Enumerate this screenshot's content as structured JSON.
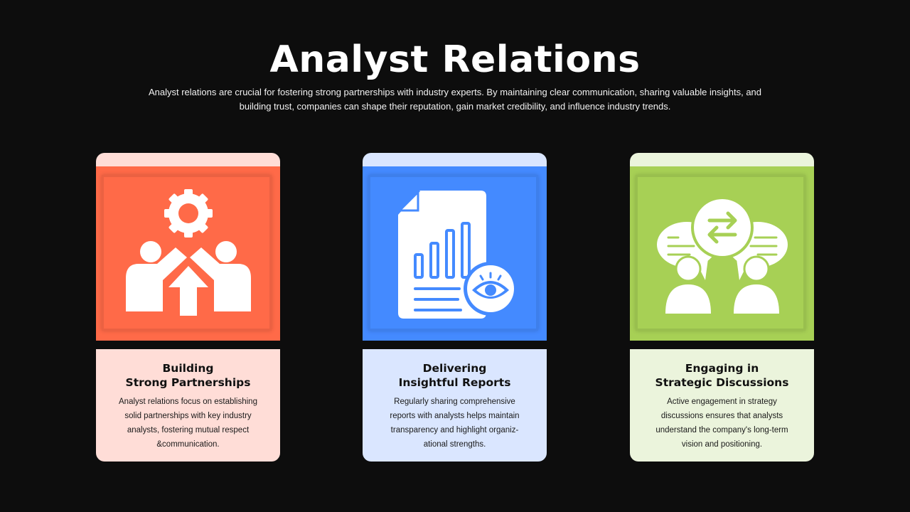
{
  "page": {
    "title": "Analyst Relations",
    "subtitle_line1": "Analyst relations are crucial for fostering strong partnerships with industry experts. By maintaining clear communication, sharing valuable insights, and",
    "subtitle_line2": "building trust, companies can shape their reputation, gain market credibility, and influence industry trends."
  },
  "cards": [
    {
      "heading_line1": "Building",
      "heading_line2": "Strong Partnerships",
      "body_lines": [
        "Analyst relations focus on establishing",
        "solid partnerships with key industry",
        "analysts, fostering mutual respect",
        "&communication."
      ],
      "icon": "partnership-growth-icon",
      "colors": {
        "panel": "#ff6a48",
        "light": "#ffddd7"
      }
    },
    {
      "heading_line1": "Delivering",
      "heading_line2": "Insightful Reports",
      "body_lines": [
        "Regularly sharing comprehensive",
        "reports with analysts helps maintain",
        "transparency and highlight organiz-",
        "ational strengths."
      ],
      "icon": "report-insight-icon",
      "colors": {
        "panel": "#448aff",
        "light": "#dae6ff"
      }
    },
    {
      "heading_line1": "Engaging in",
      "heading_line2": "Strategic Discussions",
      "body_lines": [
        "Active engagement in strategy",
        "discussions ensures that analysts",
        "understand the company's long-term",
        "vision and positioning."
      ],
      "icon": "discussion-exchange-icon",
      "colors": {
        "panel": "#a7d055",
        "light": "#ebf4dc"
      }
    }
  ]
}
